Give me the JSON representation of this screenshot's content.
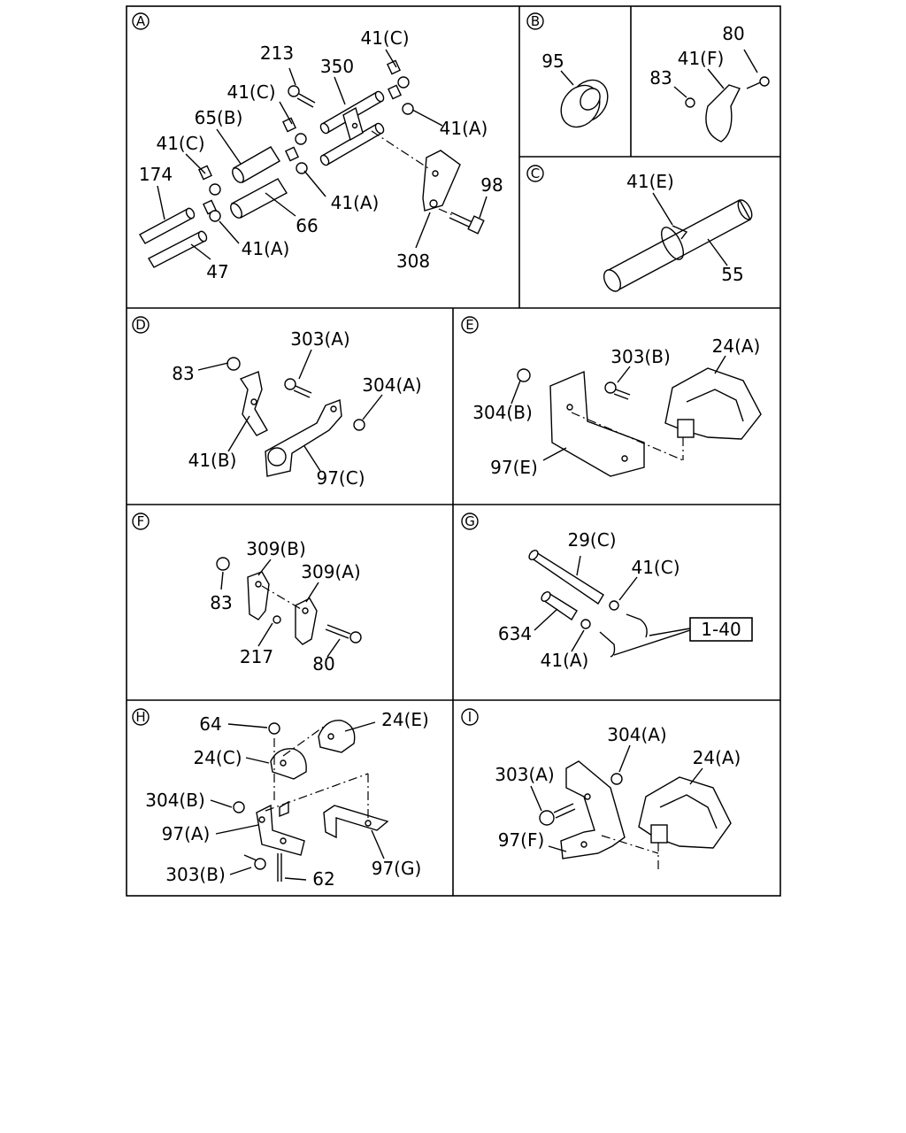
{
  "panels": [
    {
      "id": "A",
      "letter": "A",
      "labels": [
        "213",
        "350",
        "41(C)",
        "41(C)",
        "65(B)",
        "41(A)",
        "41(C)",
        "174",
        "66",
        "41(A)",
        "41(A)",
        "47",
        "98",
        "308"
      ]
    },
    {
      "id": "B",
      "letter": "B",
      "labels": [
        "95"
      ]
    },
    {
      "id": "B2",
      "letter": "",
      "labels": [
        "80",
        "41(F)",
        "83"
      ]
    },
    {
      "id": "C",
      "letter": "C",
      "labels": [
        "41(E)",
        "55"
      ]
    },
    {
      "id": "D",
      "letter": "D",
      "labels": [
        "303(A)",
        "83",
        "304(A)",
        "41(B)",
        "97(C)"
      ]
    },
    {
      "id": "E",
      "letter": "E",
      "labels": [
        "303(B)",
        "24(A)",
        "304(B)",
        "97(E)"
      ]
    },
    {
      "id": "F",
      "letter": "F",
      "labels": [
        "309(B)",
        "309(A)",
        "83",
        "217",
        "80"
      ]
    },
    {
      "id": "G",
      "letter": "G",
      "labels": [
        "29(C)",
        "41(C)",
        "634",
        "1-40",
        "41(A)"
      ]
    },
    {
      "id": "H",
      "letter": "H",
      "labels": [
        "64",
        "24(E)",
        "24(C)",
        "304(B)",
        "97(A)",
        "303(B)",
        "62",
        "97(G)"
      ]
    },
    {
      "id": "I",
      "letter": "I",
      "labels": [
        "304(A)",
        "24(A)",
        "303(A)",
        "97(F)"
      ]
    }
  ],
  "reference_box": "1-40"
}
